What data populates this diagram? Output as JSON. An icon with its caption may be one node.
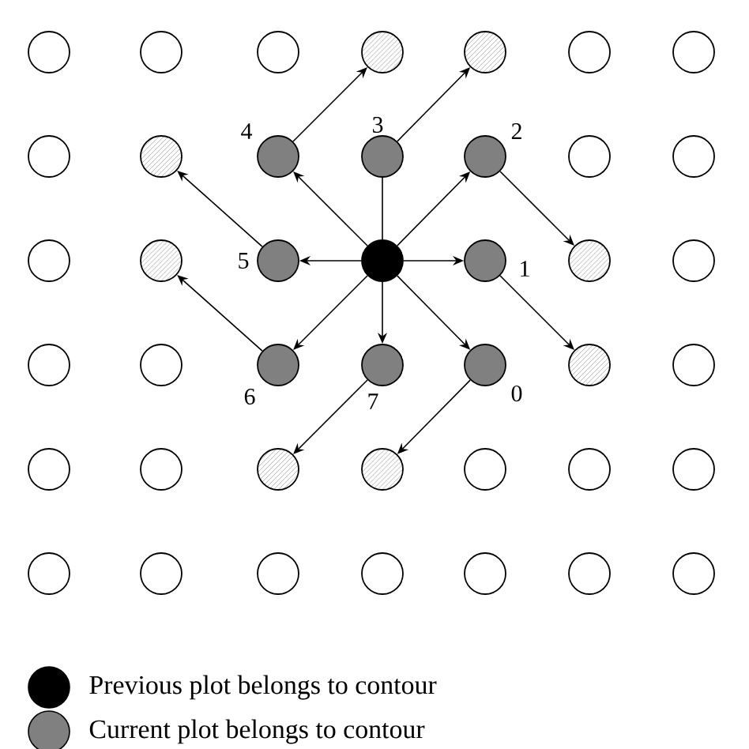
{
  "diagram": {
    "nodes": [
      {
        "text": [],
        "shape": "circle"
      },
      {
        "text": [],
        "shape": "circle"
      },
      {
        "text": [],
        "shape": "circle"
      },
      {
        "text": [],
        "shape": "circle"
      },
      {
        "text": [],
        "shape": "circle"
      },
      {
        "text": [],
        "shape": "circle"
      },
      {
        "text": [],
        "shape": "circle"
      },
      {
        "text": [],
        "shape": "circle"
      },
      {
        "text": [],
        "shape": "circle"
      },
      {
        "text": [],
        "shape": "circle",
        "beside": [
          "4"
        ]
      },
      {
        "text": [],
        "shape": "circle",
        "beside": [
          "3"
        ]
      },
      {
        "text": [],
        "shape": "circle",
        "beside": [
          "2"
        ]
      },
      {
        "text": [],
        "shape": "circle"
      },
      {
        "text": [],
        "shape": "circle"
      },
      {
        "text": [],
        "shape": "circle"
      },
      {
        "text": [],
        "shape": "circle"
      },
      {
        "text": [],
        "shape": "circle",
        "beside": [
          "5"
        ]
      },
      {
        "text": [],
        "shape": "circle"
      },
      {
        "text": [],
        "shape": "circle",
        "beside": [
          "1"
        ]
      },
      {
        "text": [],
        "shape": "circle"
      },
      {
        "text": [],
        "shape": "circle"
      },
      {
        "text": [],
        "shape": "circle"
      },
      {
        "text": [],
        "shape": "circle"
      },
      {
        "text": [],
        "shape": "circle",
        "beside": [
          "6"
        ]
      },
      {
        "text": [],
        "shape": "circle",
        "beside": [
          "7"
        ]
      },
      {
        "text": [],
        "shape": "circle",
        "beside": [
          "0"
        ]
      },
      {
        "text": [],
        "shape": "circle"
      },
      {
        "text": [],
        "shape": "circle"
      },
      {
        "text": [],
        "shape": "circle"
      },
      {
        "text": [],
        "shape": "circle"
      },
      {
        "text": [],
        "shape": "circle"
      },
      {
        "text": [],
        "shape": "circle"
      },
      {
        "text": [],
        "shape": "circle"
      },
      {
        "text": [],
        "shape": "circle"
      },
      {
        "text": [],
        "shape": "circle"
      },
      {
        "text": [],
        "shape": "circle"
      },
      {
        "text": [],
        "shape": "circle"
      },
      {
        "text": [],
        "shape": "circle"
      },
      {
        "text": [],
        "shape": "circle"
      },
      {
        "text": [],
        "shape": "circle"
      },
      {
        "text": [],
        "shape": "circle"
      },
      {
        "text": [],
        "shape": "circle"
      }
    ],
    "edges": [
      {
        "from": 17,
        "to": 18,
        "arrow": "to"
      },
      {
        "from": 17,
        "to": 11,
        "arrow": "to"
      },
      {
        "from": 17,
        "to": 10,
        "arrow": "none"
      },
      {
        "from": 17,
        "to": 9,
        "arrow": "to"
      },
      {
        "from": 17,
        "to": 16,
        "arrow": "to"
      },
      {
        "from": 17,
        "to": 23,
        "arrow": "to"
      },
      {
        "from": 17,
        "to": 24,
        "arrow": "to"
      },
      {
        "from": 17,
        "to": 25,
        "arrow": "to"
      },
      {
        "from": 9,
        "to": 3,
        "arrow": "to"
      },
      {
        "from": 10,
        "to": 4,
        "arrow": "to"
      },
      {
        "from": 11,
        "to": 19,
        "arrow": "to"
      },
      {
        "from": 18,
        "to": 26,
        "arrow": "to"
      },
      {
        "from": 25,
        "to": 31,
        "arrow": "to"
      },
      {
        "from": 24,
        "to": 30,
        "arrow": "to"
      },
      {
        "from": 23,
        "to": 15,
        "arrow": "to"
      },
      {
        "from": 16,
        "to": 8,
        "arrow": "to"
      }
    ],
    "legend": [
      {
        "text": "Previous plot belongs to contour",
        "color": "#000000"
      },
      {
        "text": "Current plot belongs to contour",
        "color": "#808080"
      }
    ]
  }
}
